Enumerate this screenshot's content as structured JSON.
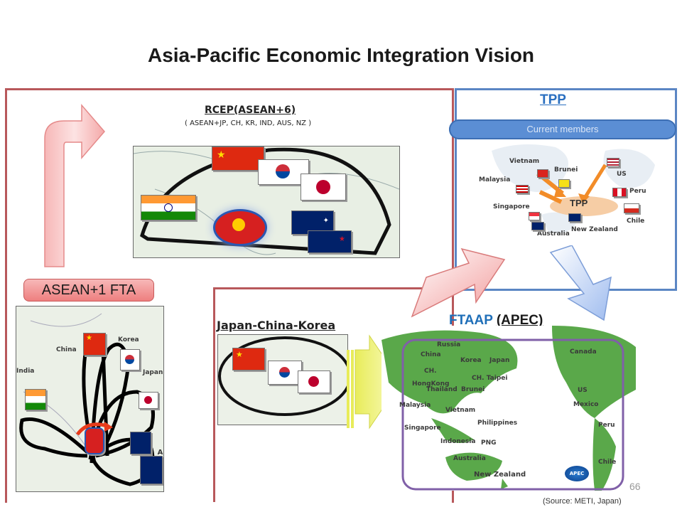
{
  "title": "Asia-Pacific Economic Integration Vision",
  "rcep": {
    "heading": "RCEP(ASEAN+6)",
    "subtitle": "( ASEAN+JP, CH, KR, IND, AUS, NZ )"
  },
  "asean_fta": {
    "label": "ASEAN+1 FTA",
    "countries": {
      "china": "China",
      "korea": "Korea",
      "india": "India",
      "japan": "Japan",
      "australia_nz": "Australia & NZ"
    }
  },
  "tpp": {
    "heading": "TPP",
    "cloud": "Current members",
    "center": "TPP",
    "members": {
      "vietnam": "Vietnam",
      "brunei": "Brunei",
      "malaysia": "Malaysia",
      "us": "US",
      "peru": "Peru",
      "singapore": "Singapore",
      "chile": "Chile",
      "australia": "Australia",
      "new_zealand": "New Zealand"
    }
  },
  "jck": {
    "heading": "Japan-China-Korea"
  },
  "ftaap": {
    "heading": "FTAAP",
    "suffix": "(APEC)",
    "economies": {
      "russia": "Russia",
      "china": "China",
      "korea": "Korea",
      "japan": "Japan",
      "canada": "Canada",
      "ch": "CH.",
      "hongkong": "HongKong",
      "ch_taipei": "CH. Taipei",
      "thailand": "Thailand",
      "brunei": "Brunei",
      "us": "US",
      "malaysia": "Malaysia",
      "vietnam": "Vietnam",
      "mexico": "Mexico",
      "philippines": "Philippines",
      "singapore": "Singapore",
      "peru": "Peru",
      "indonesia": "Indonesia",
      "png": "PNG",
      "australia": "Australia",
      "chile": "Chile",
      "new_zealand": "New Zealand",
      "apec_logo": "APEC"
    }
  },
  "page_number": "66",
  "source": "(Source: METI, Japan)",
  "colors": {
    "red_frame": "#b8585b",
    "blue_frame": "#5b86c4",
    "tpp_blue": "#2a6fc0",
    "ftaap_blue": "#1f6fb8",
    "ftaap_frame": "#8060a8",
    "land_green": "#5aa84a",
    "map_bg": "#dfeadb"
  }
}
